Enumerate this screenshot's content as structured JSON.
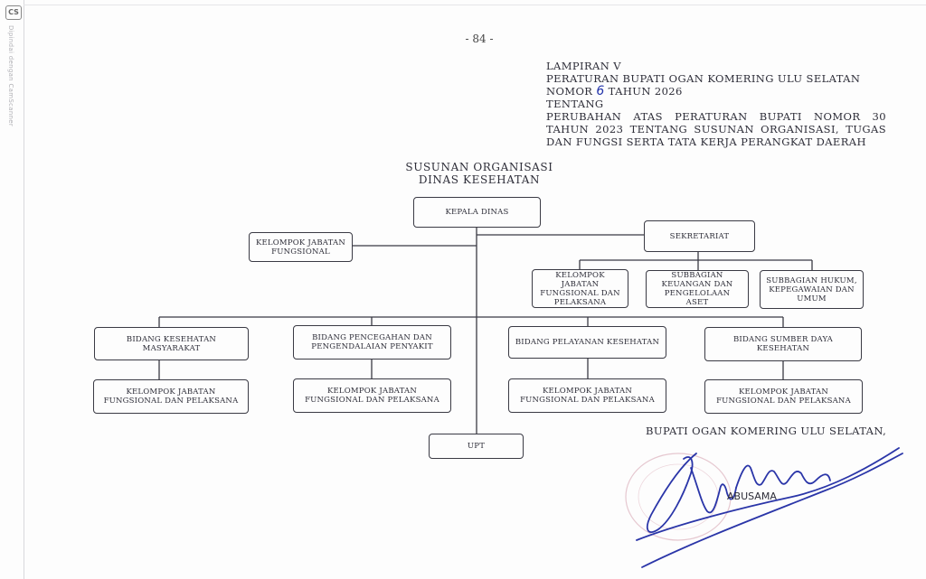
{
  "scanner": {
    "logo": "CS",
    "watermark": "Dipindai dengan CamScanner"
  },
  "page_number": "- 84 -",
  "header": {
    "line1": "LAMPIRAN V",
    "line2": "PERATURAN BUPATI OGAN KOMERING ULU SELATAN",
    "nomor_prefix": "NOMOR",
    "nomor_value": "6",
    "nomor_suffix": "TAHUN 2026",
    "line4": "TENTANG",
    "line5": "PERUBAHAN ATAS PERATURAN BUPATI NOMOR 30",
    "line6": "TAHUN 2023 TENTANG SUSUNAN ORGANISASI, TUGAS",
    "line7": "DAN FUNGSI SERTA TATA KERJA PERANGKAT DAERAH"
  },
  "chart_title": {
    "line1": "SUSUNAN ORGANISASI",
    "line2": "DINAS KESEHATAN"
  },
  "org": {
    "kepala": "KEPALA DINAS",
    "kelompok_fungsional": "KELOMPOK JABATAN FUNGSIONAL",
    "sekretariat": "SEKRETARIAT",
    "sek_kelompok": "KELOMPOK JABATAN FUNGSIONAL DAN PELAKSANA",
    "subbag_keuangan": "SUBBAGIAN KEUANGAN DAN PENGELOLAAN ASET",
    "subbag_hukum": "SUBBAGIAN HUKUM, KEPEGAWAIAN DAN UMUM",
    "bidang1": "BIDANG KESEHATAN MASYARAKAT",
    "bidang2": "BIDANG PENCEGAHAN DAN PENGENDALAIAN PENYAKIT",
    "bidang3": "BIDANG PELAYANAN KESEHATAN",
    "bidang4": "BIDANG SUMBER DAYA KESEHATAN",
    "kel1": "KELOMPOK JABATAN FUNGSIONAL DAN PELAKSANA",
    "kel2": "KELOMPOK JABATAN FUNGSIONAL DAN PELAKSANA",
    "kel3": "KELOMPOK JABATAN FUNGSIONAL DAN PELAKSANA",
    "kel4": "KELOMPOK JABATAN FUNGSIONAL DAN PELAKSANA",
    "upt": "UPT"
  },
  "signature": {
    "title": "BUPATI OGAN KOMERING ULU SELATAN,",
    "name": "ABUSAMA"
  },
  "colors": {
    "ink": "#2d2d38",
    "signature_ink": "#2a35a8",
    "stamp": "#d9a6b4"
  }
}
